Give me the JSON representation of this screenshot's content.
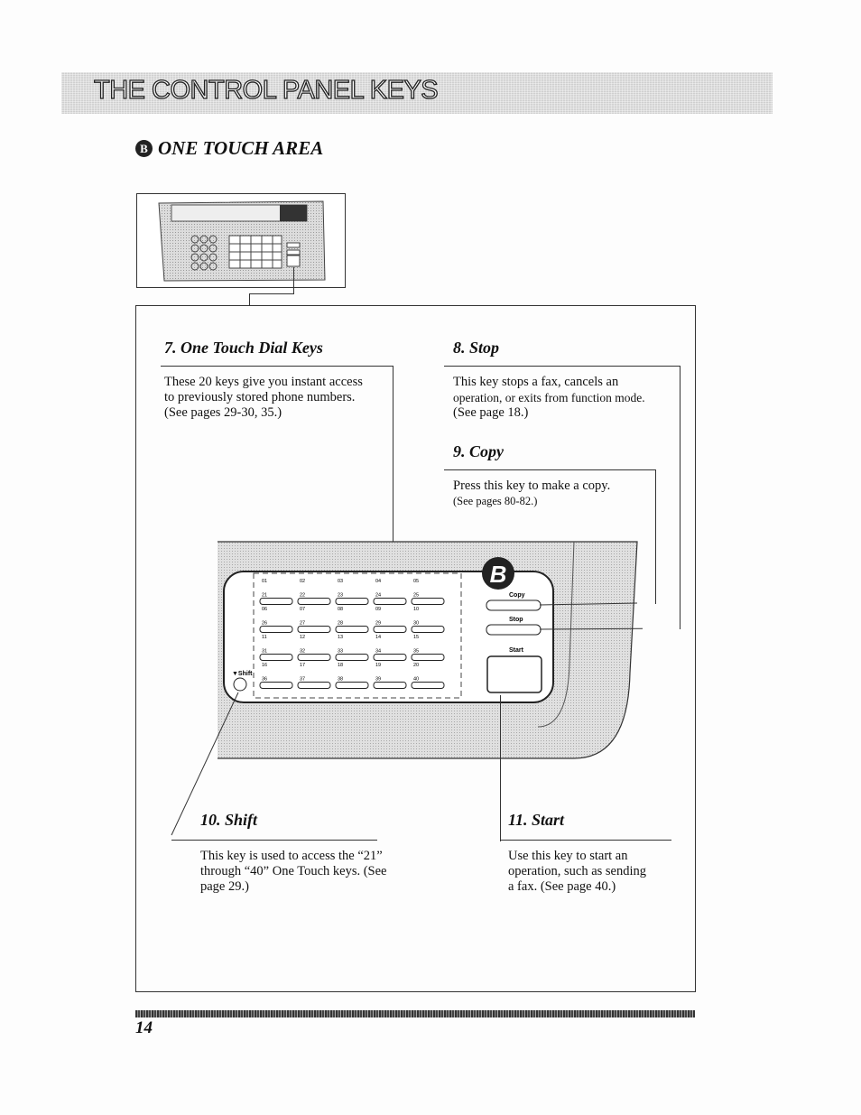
{
  "header": {
    "title": "THE CONTROL PANEL KEYS"
  },
  "section": {
    "badge": "B",
    "heading": "ONE TOUCH AREA"
  },
  "keys": {
    "one_touch": {
      "title": "7. One Touch Dial Keys",
      "lines": [
        "These 20 keys give you instant access",
        "to previously stored phone numbers.",
        "(See pages 29-30, 35.)"
      ]
    },
    "stop": {
      "title": "8. Stop",
      "lines": [
        "This key stops a fax, cancels an",
        "operation, or exits from function mode.",
        "(See page 18.)"
      ]
    },
    "copy": {
      "title": "9. Copy",
      "lines": [
        "Press this key to make a copy.",
        "(See pages 80-82.)"
      ]
    },
    "shift": {
      "title": "10. Shift",
      "lines": [
        "This key is used to access the “21”",
        "through “40” One Touch keys. (See",
        "page 29.)"
      ]
    },
    "start": {
      "title": "11. Start",
      "lines": [
        "Use this key to start an",
        "operation, such as sending",
        "a fax. (See page 40.)"
      ]
    }
  },
  "panel": {
    "badge": "B",
    "copy_label": "Copy",
    "stop_label": "Stop",
    "start_label": "Start",
    "shift_label": "▼Shift",
    "key_numbers": [
      [
        "01",
        "02",
        "03",
        "04",
        "05"
      ],
      [
        "21",
        "22",
        "23",
        "24",
        "25"
      ],
      [
        "06",
        "07",
        "08",
        "09",
        "10"
      ],
      [
        "26",
        "27",
        "28",
        "29",
        "30"
      ],
      [
        "11",
        "12",
        "13",
        "14",
        "15"
      ],
      [
        "31",
        "32",
        "33",
        "34",
        "35"
      ],
      [
        "16",
        "17",
        "18",
        "19",
        "20"
      ],
      [
        "36",
        "37",
        "38",
        "39",
        "40"
      ]
    ]
  },
  "footer": {
    "page_number": "14"
  }
}
